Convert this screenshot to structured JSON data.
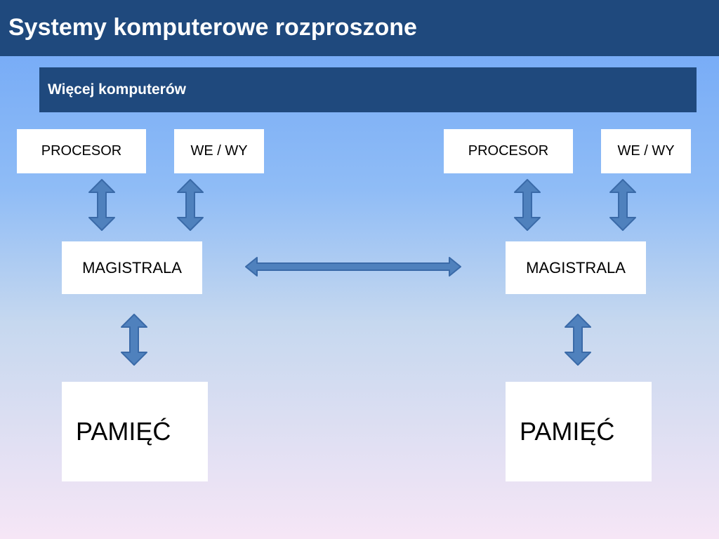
{
  "slide": {
    "title": "Systemy komputerowe rozproszone",
    "subtitle": "Więcej komputerów"
  },
  "left_computer": {
    "processor": "PROCESOR",
    "io": "WE / WY",
    "bus": "MAGISTRALA",
    "memory": "PAMIĘĆ"
  },
  "right_computer": {
    "processor": "PROCESOR",
    "io": "WE / WY",
    "bus": "MAGISTRALA",
    "memory": "PAMIĘĆ"
  },
  "colors": {
    "header_bg": "#1f497d",
    "arrow_fill": "#4f81bd",
    "arrow_stroke": "#3a6aa8"
  }
}
